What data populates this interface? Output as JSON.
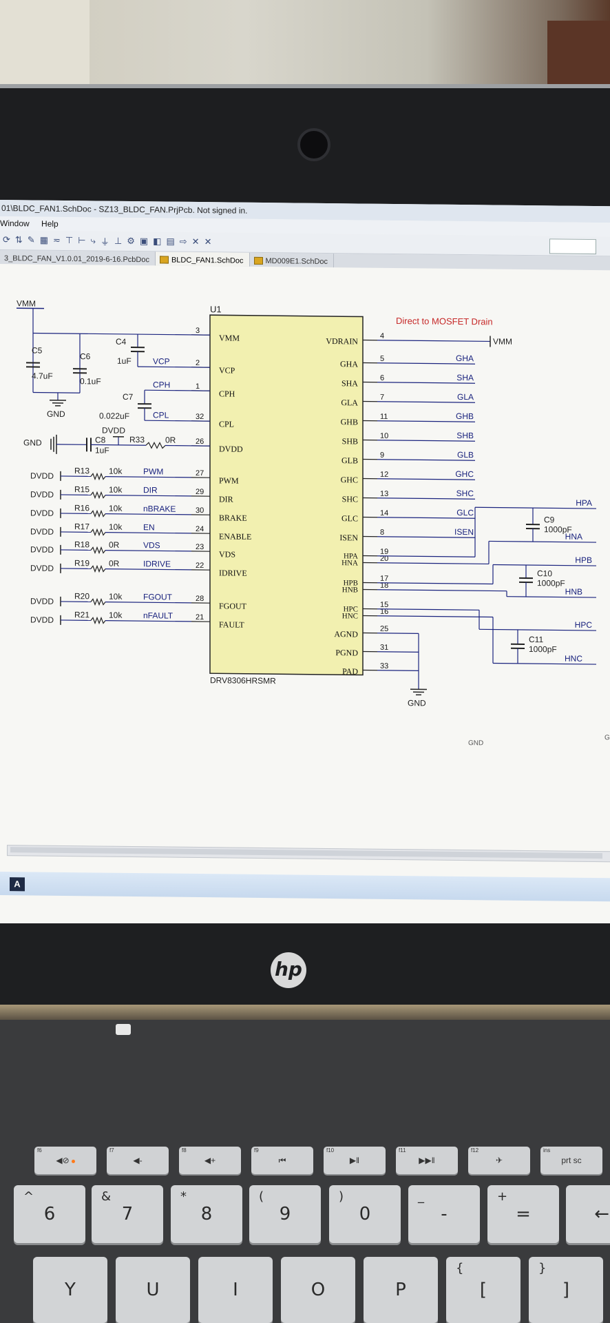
{
  "window": {
    "title": "01\\BLDC_FAN1.SchDoc - SZ13_BLDC_FAN.PrjPcb. Not signed in."
  },
  "menu": [
    "Window",
    "Help"
  ],
  "tabs": [
    {
      "label": "3_BLDC_FAN_V1.0.01_2019-6-16.PcbDoc",
      "active": false
    },
    {
      "label": "BLDC_FAN1.SchDoc",
      "active": true
    },
    {
      "label": "MD009E1.SchDoc",
      "active": false
    }
  ],
  "schematic": {
    "ic_designator": "U1",
    "ic_part": "DRV8306HRSMR",
    "note": "Direct to MOSFET Drain",
    "vmm_left": "VMM",
    "vmm_right": "VMM",
    "gnd_left": "GND",
    "gnd_bottom": "GND",
    "gnd_dvdd": "GND",
    "dvdd_top": "DVDD",
    "left_pins": [
      {
        "num": "3",
        "name": "VMM"
      },
      {
        "num": "2",
        "name": "VCP"
      },
      {
        "num": "1",
        "name": "CPH"
      },
      {
        "num": "32",
        "name": "CPL"
      },
      {
        "num": "26",
        "name": "DVDD"
      },
      {
        "num": "27",
        "name": "PWM"
      },
      {
        "num": "29",
        "name": "DIR"
      },
      {
        "num": "30",
        "name": "BRAKE"
      },
      {
        "num": "24",
        "name": "ENABLE"
      },
      {
        "num": "23",
        "name": "VDS"
      },
      {
        "num": "22",
        "name": "IDRIVE"
      },
      {
        "num": "28",
        "name": "FGOUT"
      },
      {
        "num": "21",
        "name": "FAULT"
      }
    ],
    "right_pins": [
      {
        "num": "4",
        "name": "VDRAIN",
        "net": ""
      },
      {
        "num": "5",
        "name": "GHA",
        "net": "GHA"
      },
      {
        "num": "6",
        "name": "SHA",
        "net": "SHA"
      },
      {
        "num": "7",
        "name": "GLA",
        "net": "GLA"
      },
      {
        "num": "11",
        "name": "GHB",
        "net": "GHB"
      },
      {
        "num": "10",
        "name": "SHB",
        "net": "SHB"
      },
      {
        "num": "9",
        "name": "GLB",
        "net": "GLB"
      },
      {
        "num": "12",
        "name": "GHC",
        "net": "GHC"
      },
      {
        "num": "13",
        "name": "SHC",
        "net": "SHC"
      },
      {
        "num": "14",
        "name": "GLC",
        "net": "GLC"
      },
      {
        "num": "8",
        "name": "ISEN",
        "net": "ISEN"
      },
      {
        "num": "19",
        "name": "HPA",
        "net": ""
      },
      {
        "num": "20",
        "name": "HNA",
        "net": ""
      },
      {
        "num": "17",
        "name": "HPB",
        "net": ""
      },
      {
        "num": "18",
        "name": "HNB",
        "net": ""
      },
      {
        "num": "15",
        "name": "HPC",
        "net": ""
      },
      {
        "num": "16",
        "name": "HNC",
        "net": ""
      },
      {
        "num": "25",
        "name": "AGND",
        "net": ""
      },
      {
        "num": "31",
        "name": "PGND",
        "net": ""
      },
      {
        "num": "33",
        "name": "PAD",
        "net": ""
      }
    ],
    "caps": [
      {
        "ref": "C5",
        "value": "4.7uF"
      },
      {
        "ref": "C6",
        "value": "0.1uF"
      },
      {
        "ref": "C4",
        "value": "1uF"
      },
      {
        "ref": "C7",
        "value": "0.022uF"
      },
      {
        "ref": "C8",
        "value": "1uF"
      },
      {
        "ref": "C9",
        "value": "1000pF"
      },
      {
        "ref": "C10",
        "value": "1000pF"
      },
      {
        "ref": "C11",
        "value": "1000pF"
      }
    ],
    "cap_nets": [
      "VCP",
      "CPH",
      "CPL"
    ],
    "r33": {
      "ref": "R33",
      "value": "0R"
    },
    "resistors": [
      {
        "src": "DVDD",
        "ref": "R13",
        "value": "10k",
        "net": "PWM"
      },
      {
        "src": "DVDD",
        "ref": "R15",
        "value": "10k",
        "net": "DIR"
      },
      {
        "src": "DVDD",
        "ref": "R16",
        "value": "10k",
        "net": "nBRAKE"
      },
      {
        "src": "DVDD",
        "ref": "R17",
        "value": "10k",
        "net": "EN"
      },
      {
        "src": "DVDD",
        "ref": "R18",
        "value": "0R",
        "net": "VDS"
      },
      {
        "src": "DVDD",
        "ref": "R19",
        "value": "0R",
        "net": "IDRIVE"
      },
      {
        "src": "DVDD",
        "ref": "R20",
        "value": "10k",
        "net": "FGOUT"
      },
      {
        "src": "DVDD",
        "ref": "R21",
        "value": "10k",
        "net": "nFAULT"
      }
    ],
    "hall_nets": [
      "HPA",
      "HNA",
      "HPB",
      "HNB",
      "HPC",
      "HNC"
    ],
    "offscreen_gnd": "GND",
    "offscreen_g": "G"
  },
  "colors": {
    "ic_fill": "#f2f0b0",
    "wire": "#1a237e",
    "net_red": "#c62828",
    "net_label": "#1a237e",
    "pin": "#111111"
  },
  "keyboard": {
    "fn_row": [
      {
        "fn": "f6",
        "label": "◀⊘"
      },
      {
        "fn": "f7",
        "label": "◀-"
      },
      {
        "fn": "f8",
        "label": "◀+"
      },
      {
        "fn": "f9",
        "label": "⏮"
      },
      {
        "fn": "f10",
        "label": "▶‖"
      },
      {
        "fn": "f11",
        "label": "▶▶‖"
      },
      {
        "fn": "f12",
        "label": "✈"
      },
      {
        "fn": "ins",
        "label": "prt sc"
      }
    ],
    "num_row": [
      {
        "main": "6",
        "shift": "^"
      },
      {
        "main": "7",
        "shift": "&"
      },
      {
        "main": "8",
        "shift": "*"
      },
      {
        "main": "9",
        "shift": "("
      },
      {
        "main": "0",
        "shift": ")"
      },
      {
        "main": "-",
        "shift": "_"
      },
      {
        "main": "=",
        "shift": "+"
      },
      {
        "main": "←",
        "shift": ""
      }
    ],
    "letter_row": [
      {
        "main": "Y"
      },
      {
        "main": "U"
      },
      {
        "main": "I"
      },
      {
        "main": "O"
      },
      {
        "main": "P"
      },
      {
        "main": "[",
        "shift": "{"
      },
      {
        "main": "]",
        "shift": "}"
      }
    ]
  },
  "brand": "hp"
}
